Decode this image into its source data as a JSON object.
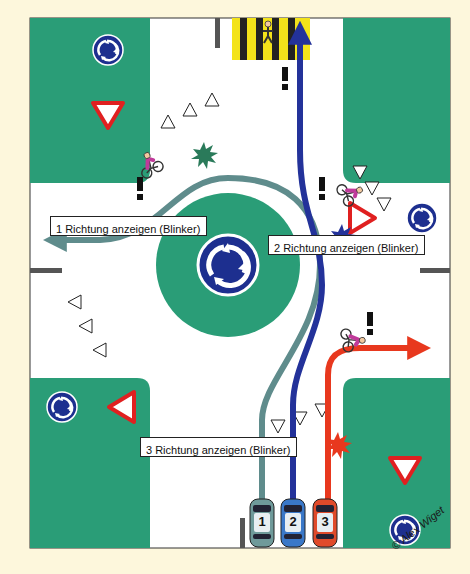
{
  "diagram": {
    "nodes": [
      {
        "text": [
          "1 Richtung anzeigen (Blinker)"
        ]
      },
      {
        "text": [
          "2 Richtung anzeigen (Blinker)"
        ]
      },
      {
        "text": [
          "3 Richtung anzeigen (Blinker)"
        ]
      },
      {
        "text": [
          "1"
        ]
      },
      {
        "text": [
          "2"
        ]
      },
      {
        "text": [
          "3"
        ]
      }
    ],
    "labels": [
      "© Alex Wiget"
    ]
  }
}
